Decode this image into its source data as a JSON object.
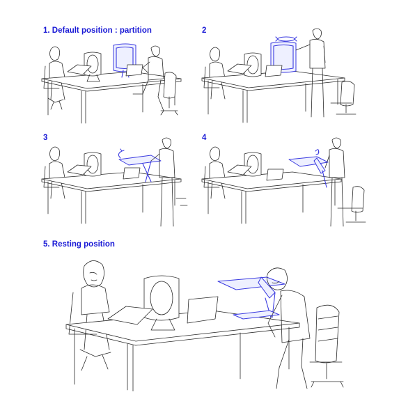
{
  "steps": [
    {
      "label": "1. Default position : partition"
    },
    {
      "label": "2"
    },
    {
      "label": "3"
    },
    {
      "label": "4"
    },
    {
      "label": "5. Resting position"
    }
  ],
  "colors": {
    "label": "#1a1ad6",
    "highlight": "#3a3ae0",
    "line": "#2a2a2a"
  }
}
